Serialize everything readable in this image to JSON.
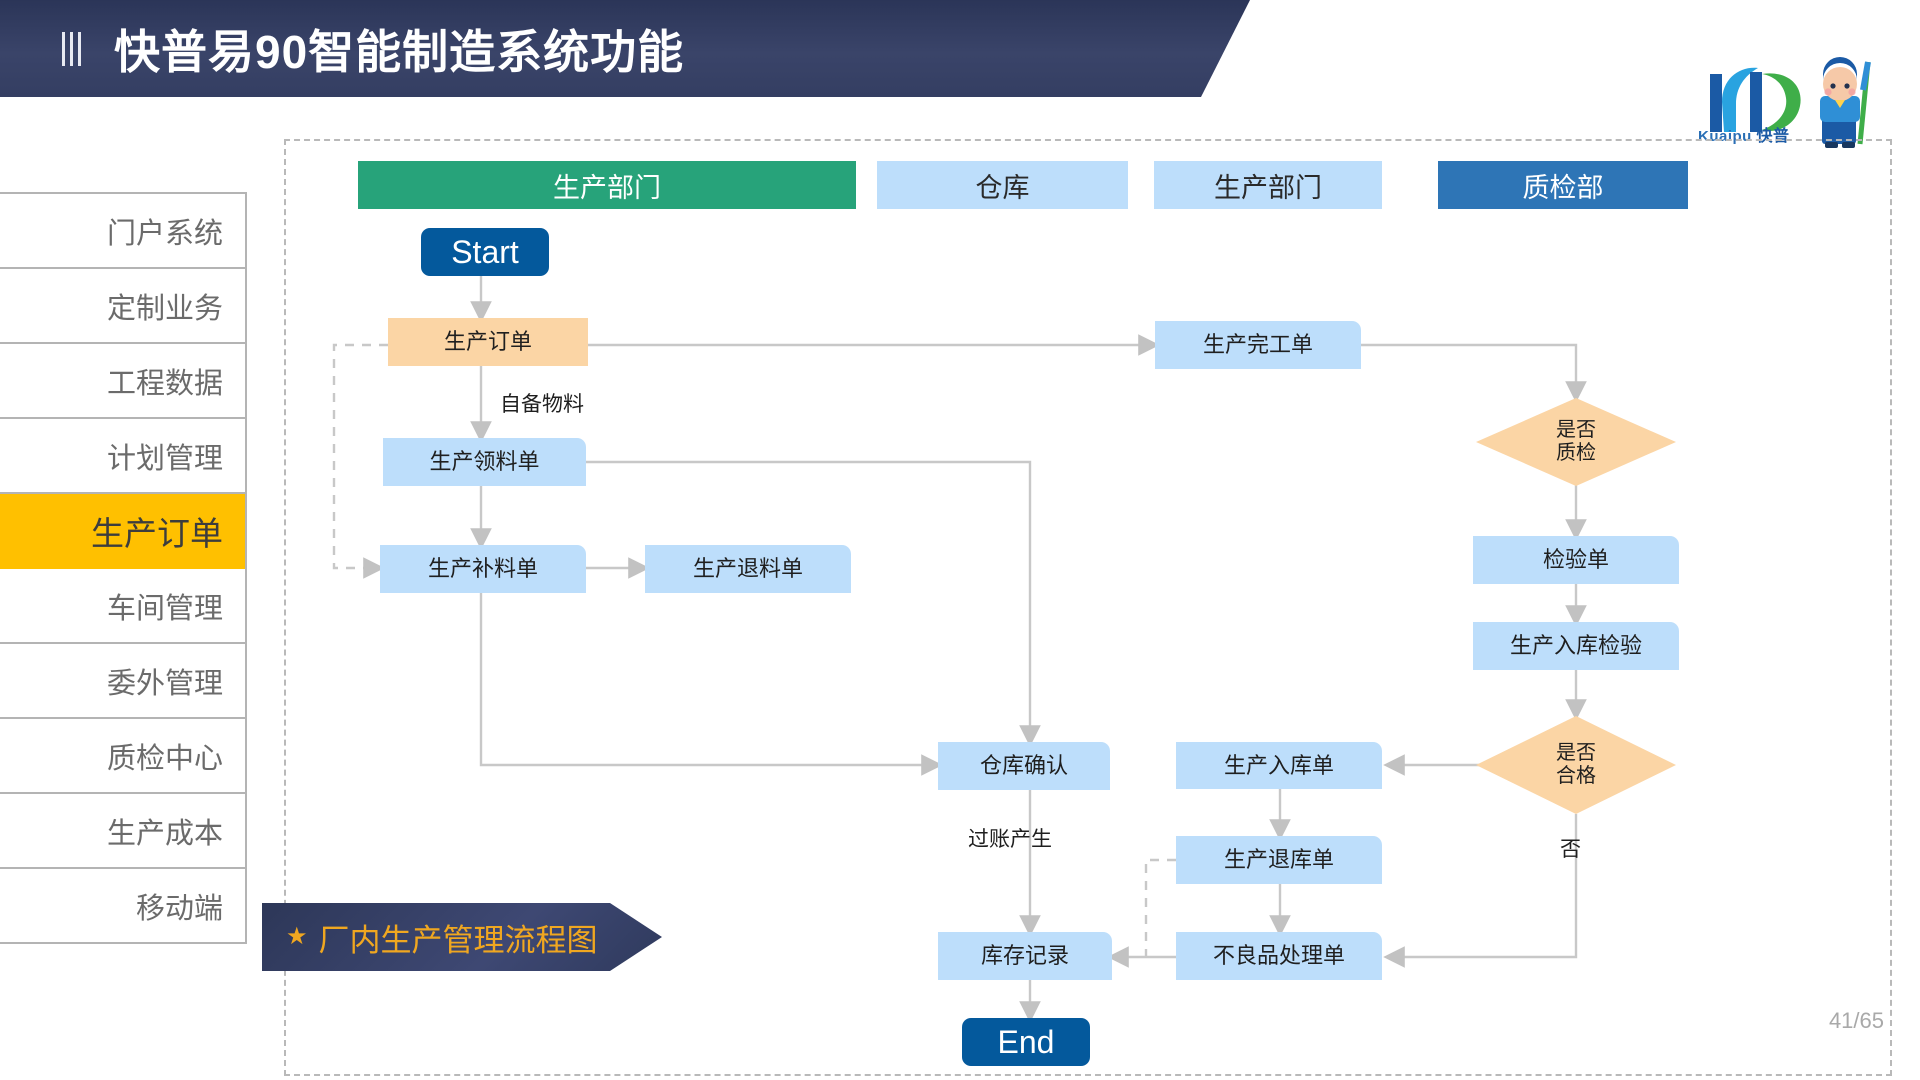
{
  "header": {
    "title": "快普易90智能制造系统功能",
    "menu_icon": "hamburger-bars-icon"
  },
  "logo": {
    "mark": "kp-monogram",
    "wordmark_latin": "Kuaipu",
    "wordmark_cn": "快普",
    "mascot": "mascot-icon"
  },
  "sidebar": {
    "items": [
      {
        "label": "门户系统",
        "active": false
      },
      {
        "label": "定制业务",
        "active": false
      },
      {
        "label": "工程数据",
        "active": false
      },
      {
        "label": "计划管理",
        "active": false
      },
      {
        "label": "生产订单",
        "active": true
      },
      {
        "label": "车间管理",
        "active": false
      },
      {
        "label": "委外管理",
        "active": false
      },
      {
        "label": "质检中心",
        "active": false
      },
      {
        "label": "生产成本",
        "active": false
      },
      {
        "label": "移动端",
        "active": false
      }
    ]
  },
  "diagram": {
    "lanes": [
      {
        "label": "生产部门",
        "style": "green"
      },
      {
        "label": "仓库",
        "style": "lightblue"
      },
      {
        "label": "生产部门",
        "style": "lightblue"
      },
      {
        "label": "质检部",
        "style": "blue"
      }
    ],
    "nodes": [
      {
        "id": "start",
        "label": "Start",
        "shape": "terminal"
      },
      {
        "id": "prod-order",
        "label": "生产订单",
        "shape": "process-orange"
      },
      {
        "id": "pick-list",
        "label": "生产领料单",
        "shape": "process"
      },
      {
        "id": "refill-list",
        "label": "生产补料单",
        "shape": "process"
      },
      {
        "id": "return-list",
        "label": "生产退料单",
        "shape": "process"
      },
      {
        "id": "finish-order",
        "label": "生产完工单",
        "shape": "process"
      },
      {
        "id": "qc-decision",
        "label": "是否\n质检",
        "shape": "decision"
      },
      {
        "id": "inspect-doc",
        "label": "检验单",
        "shape": "process"
      },
      {
        "id": "inbound-insp",
        "label": "生产入库检验",
        "shape": "process"
      },
      {
        "id": "pass-decision",
        "label": "是否\n合格",
        "shape": "decision"
      },
      {
        "id": "inbound-doc",
        "label": "生产入库单",
        "shape": "process"
      },
      {
        "id": "wh-confirm",
        "label": "仓库确认",
        "shape": "process"
      },
      {
        "id": "outbound-ret",
        "label": "生产退库单",
        "shape": "process"
      },
      {
        "id": "defect-doc",
        "label": "不良品处理单",
        "shape": "process"
      },
      {
        "id": "stock-record",
        "label": "库存记录",
        "shape": "process"
      },
      {
        "id": "end",
        "label": "End",
        "shape": "terminal"
      }
    ],
    "edge_labels": [
      {
        "id": "self-material",
        "label": "自备物料"
      },
      {
        "id": "posting",
        "label": "过账产生"
      },
      {
        "id": "no-branch",
        "label": "否"
      }
    ],
    "decision_lines": {
      "qc": [
        "是否",
        "质检"
      ],
      "pass": [
        "是否",
        "合格"
      ]
    }
  },
  "caption": {
    "star": "★",
    "text": "厂内生产管理流程图"
  },
  "footer": {
    "page": "41/65"
  },
  "colors": {
    "header_navy": "#3a4469",
    "accent_yellow": "#ffc000",
    "lane_green": "#27a37a",
    "lane_blue": "#2e75b6",
    "node_lightblue": "#bddefb",
    "node_orange": "#fbd5a5",
    "terminal_blue": "#04599c",
    "caption_orange": "#f0a720",
    "wire_gray": "#c8c8c8"
  }
}
